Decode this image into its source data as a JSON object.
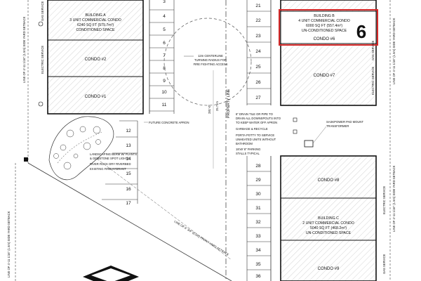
{
  "buildings": {
    "a": {
      "line1": "BUILDING A",
      "line2": "3 UNIT COMMERCIAL CONDO",
      "line3": "6240 SQ FT (579.7m²)",
      "line4": "CONDITIONED SPACE",
      "condos": [
        "CONDO #2",
        "CONDO #1"
      ]
    },
    "b": {
      "line1": "BUILDING B",
      "line2": "4 UNIT COMMERCIAL CONDO",
      "line3": "6000 SQ FT (557.4m²)",
      "line4": "UN-CONDITIONED SPACE",
      "condos": [
        "CONDO #6",
        "CONDO #7"
      ],
      "badge": "6",
      "highlight_color": "#d62a2a"
    },
    "c": {
      "line1": "BUILDING C",
      "line2": "2 UNIT COMMERCIAL CONDO",
      "line3": "5040 SQ FT (468.2m²)",
      "line4": "UN-CONDITIONED SPACE",
      "condos": [
        "CONDO #8",
        "CONDO #9"
      ]
    }
  },
  "stalls": {
    "left_col": [
      "3",
      "4",
      "5",
      "6",
      "7",
      "8",
      "9",
      "10",
      "11"
    ],
    "lower_left": [
      "12",
      "13",
      "14",
      "15",
      "16",
      "17"
    ],
    "right_upper": [
      "21",
      "22",
      "23",
      "24",
      "25",
      "26",
      "27"
    ],
    "right_lower": [
      "28",
      "29",
      "30",
      "31",
      "32",
      "33",
      "34",
      "35",
      "36"
    ]
  },
  "notes": {
    "centerline": [
      "12m CENTERLINE",
      "TURNING RADIUS FOR",
      "FIRE FIGHTING ACCESS"
    ],
    "property_line": "PROPERTY LINE",
    "future_apron": "FUTURE CONCRETE APRON",
    "drain": [
      "6\" DRAIN TILE OR PIPE TO",
      "DRAIN ALL DOWNSPOUTS INTO",
      "TO KEEP WATER OFF APRON"
    ],
    "garbage": "GARBAGE & RECYCLE",
    "porta": [
      "PORTA POTTY TO SERVICE",
      "UNHEATED UNITS WITHOUT",
      "BATHROOM"
    ],
    "parking": [
      "18'x9' 8\" PARKING",
      "STALLS TYPICAL"
    ],
    "sask": [
      "SASKPOWER PAD MOUNT",
      "TRANSFORMER"
    ],
    "landscape": [
      "LANDSCAPING BERM W/ PLANTS",
      "& GEMSTONE SPOT LIGHTS"
    ],
    "river_rock": "RIVER ROCK DRY RIVERBED",
    "hydrant": "EXISTING FIRE HYDRANT",
    "front_setback": "LINE OF 6' 3/4\" (6.0m) FRONT YARD SETBACK",
    "left_setback": "LINE OF 4'-11 1/16\" (1.5m) SIDE YARD SETBACK",
    "electric": "ELECTRIC SERVICE",
    "gas": "GAS SERVICE",
    "dim_1": "281'-0\"",
    "dim_2": "25.71m"
  }
}
